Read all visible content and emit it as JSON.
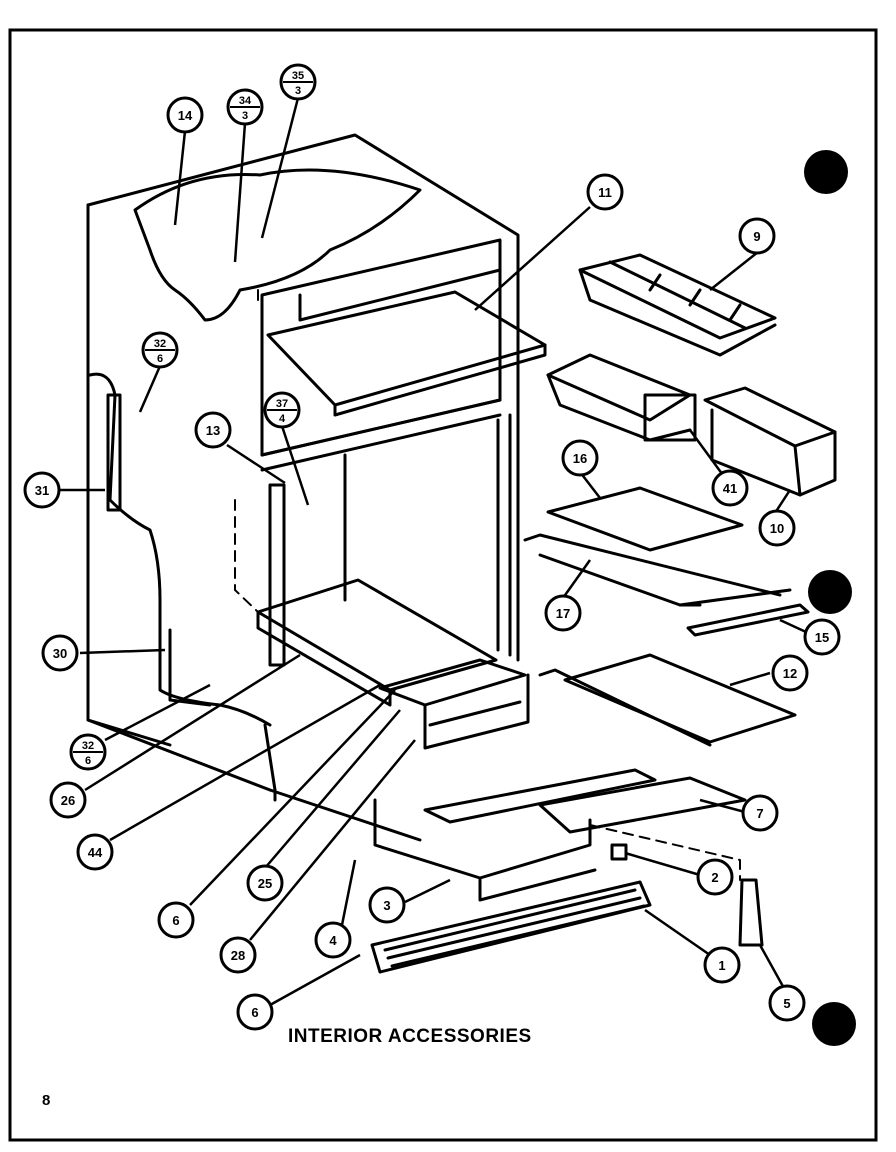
{
  "title": "INTERIOR ACCESSORIES",
  "page_number": "8",
  "callouts": [
    {
      "id": "14",
      "label": "14"
    },
    {
      "id": "34-3",
      "label": "34",
      "sub": "3"
    },
    {
      "id": "35-3",
      "label": "35",
      "sub": "3"
    },
    {
      "id": "11",
      "label": "11"
    },
    {
      "id": "9",
      "label": "9"
    },
    {
      "id": "32-6-upper",
      "label": "32",
      "sub": "6"
    },
    {
      "id": "13",
      "label": "13"
    },
    {
      "id": "37-4",
      "label": "37",
      "sub": "4"
    },
    {
      "id": "31",
      "label": "31"
    },
    {
      "id": "16",
      "label": "16"
    },
    {
      "id": "41",
      "label": "41"
    },
    {
      "id": "10",
      "label": "10"
    },
    {
      "id": "17",
      "label": "17"
    },
    {
      "id": "15",
      "label": "15"
    },
    {
      "id": "30",
      "label": "30"
    },
    {
      "id": "12",
      "label": "12"
    },
    {
      "id": "32-6-lower",
      "label": "32",
      "sub": "6"
    },
    {
      "id": "26",
      "label": "26"
    },
    {
      "id": "44",
      "label": "44"
    },
    {
      "id": "7",
      "label": "7"
    },
    {
      "id": "6-mid",
      "label": "6"
    },
    {
      "id": "25",
      "label": "25"
    },
    {
      "id": "2",
      "label": "2"
    },
    {
      "id": "3",
      "label": "3"
    },
    {
      "id": "28",
      "label": "28"
    },
    {
      "id": "4",
      "label": "4"
    },
    {
      "id": "1",
      "label": "1"
    },
    {
      "id": "6-low",
      "label": "6"
    },
    {
      "id": "5",
      "label": "5"
    }
  ]
}
